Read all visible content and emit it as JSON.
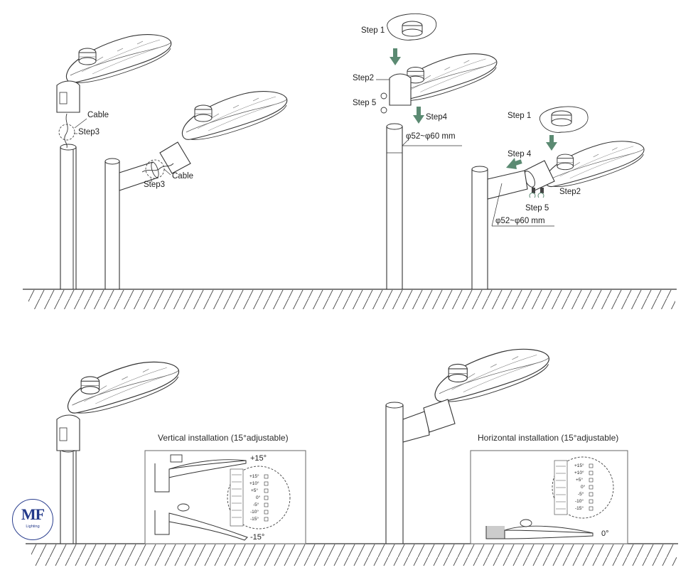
{
  "labels": {
    "cable_a": "Cable",
    "step3_a": "Step3",
    "cable_b": "Cable",
    "step3_b": "Step3",
    "step1_a": "Step 1",
    "step2_a": "Step2",
    "step5_a": "Step 5",
    "step4_a": "Step4",
    "dim_a": "φ52~φ60 mm",
    "step1_b": "Step 1",
    "step4_b": "Step 4",
    "step2_b": "Step2",
    "step5_b": "Step 5",
    "dim_b": "φ52~φ60 mm"
  },
  "vertical": {
    "caption": "Vertical installation (15°adjustable)",
    "angle_up": "+15°",
    "angle_down": "-15°",
    "scale": [
      "+15°",
      "+10°",
      "+5°",
      "0°",
      "-5°",
      "-10°",
      "-15°"
    ]
  },
  "horizontal": {
    "caption": "Horizontal installation (15°adjustable)",
    "angle": "0°",
    "scale": [
      "+15°",
      "+10°",
      "+5°",
      "0°",
      "-5°",
      "-10°",
      "-15°"
    ]
  },
  "logo": {
    "mark": "MF",
    "sub": "Lighting"
  },
  "colors": {
    "arrow": "#5b8a72",
    "line": "#333333",
    "logo": "#23398a"
  }
}
